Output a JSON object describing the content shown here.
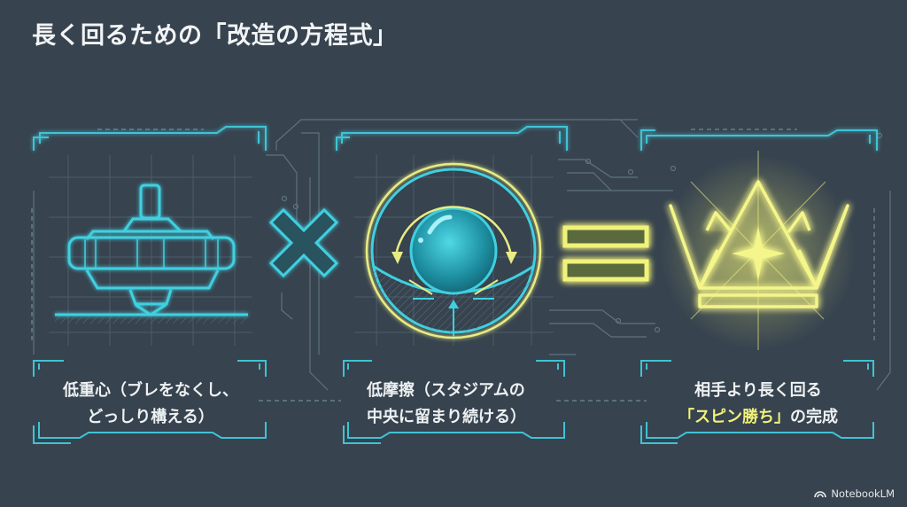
{
  "title": "長く回るための「改造の方程式」",
  "panels": [
    {
      "id": "low-center-of-gravity",
      "icon": "spinning-top-icon",
      "label_line1": "低重心（ブレをなくし、",
      "label_line2": "どっしり構える）"
    },
    {
      "id": "low-friction",
      "icon": "ball-bearing-icon",
      "label_line1": "低摩擦（スタジアムの",
      "label_line2": "中央に留まり続ける）"
    },
    {
      "id": "spin-victory",
      "icon": "crown-icon",
      "label_line1": "相手より長く回る",
      "label_line2_highlight": "「スピン勝ち」",
      "label_line2_rest": "の完成"
    }
  ],
  "operators": {
    "multiply": "×",
    "equals": "="
  },
  "colors": {
    "background": "#37434f",
    "cyan": "#3fd0e0",
    "yellow": "#f1f27a",
    "text": "#eef1f3"
  },
  "brand": "NotebookLM"
}
